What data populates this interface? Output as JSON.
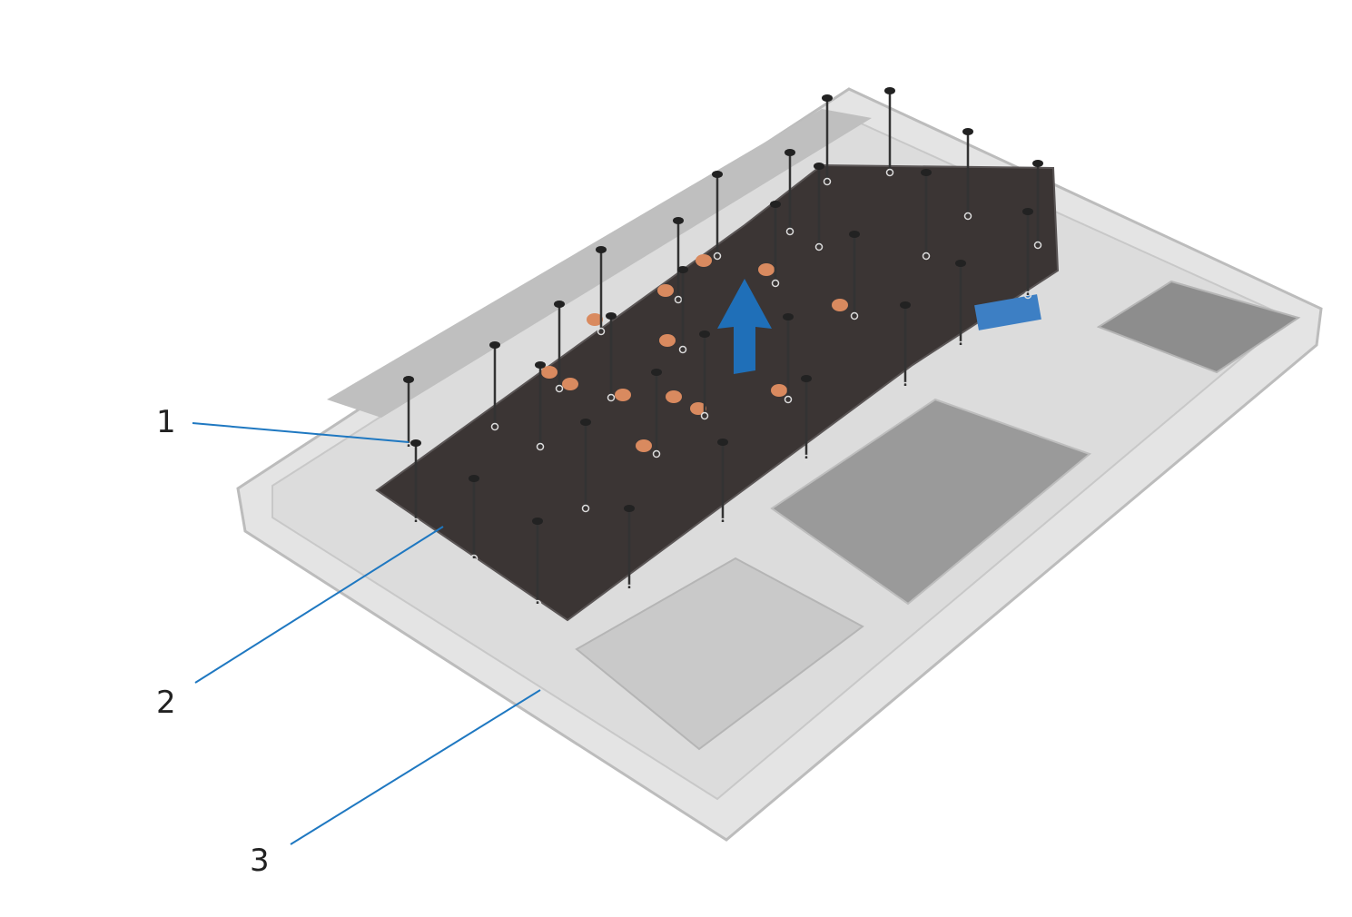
{
  "diagram": {
    "callouts": [
      {
        "label": "1"
      },
      {
        "label": "2"
      },
      {
        "label": "3"
      }
    ],
    "colors": {
      "leader_line": "#1f78c1",
      "arrow": "#1f6fb8",
      "keyboard_plate": "#3b3534",
      "chassis": "#d9d9d9",
      "chassis_edge": "#bcbcbc",
      "copper_tab": "#d98a5f",
      "screw": "#333333"
    }
  }
}
